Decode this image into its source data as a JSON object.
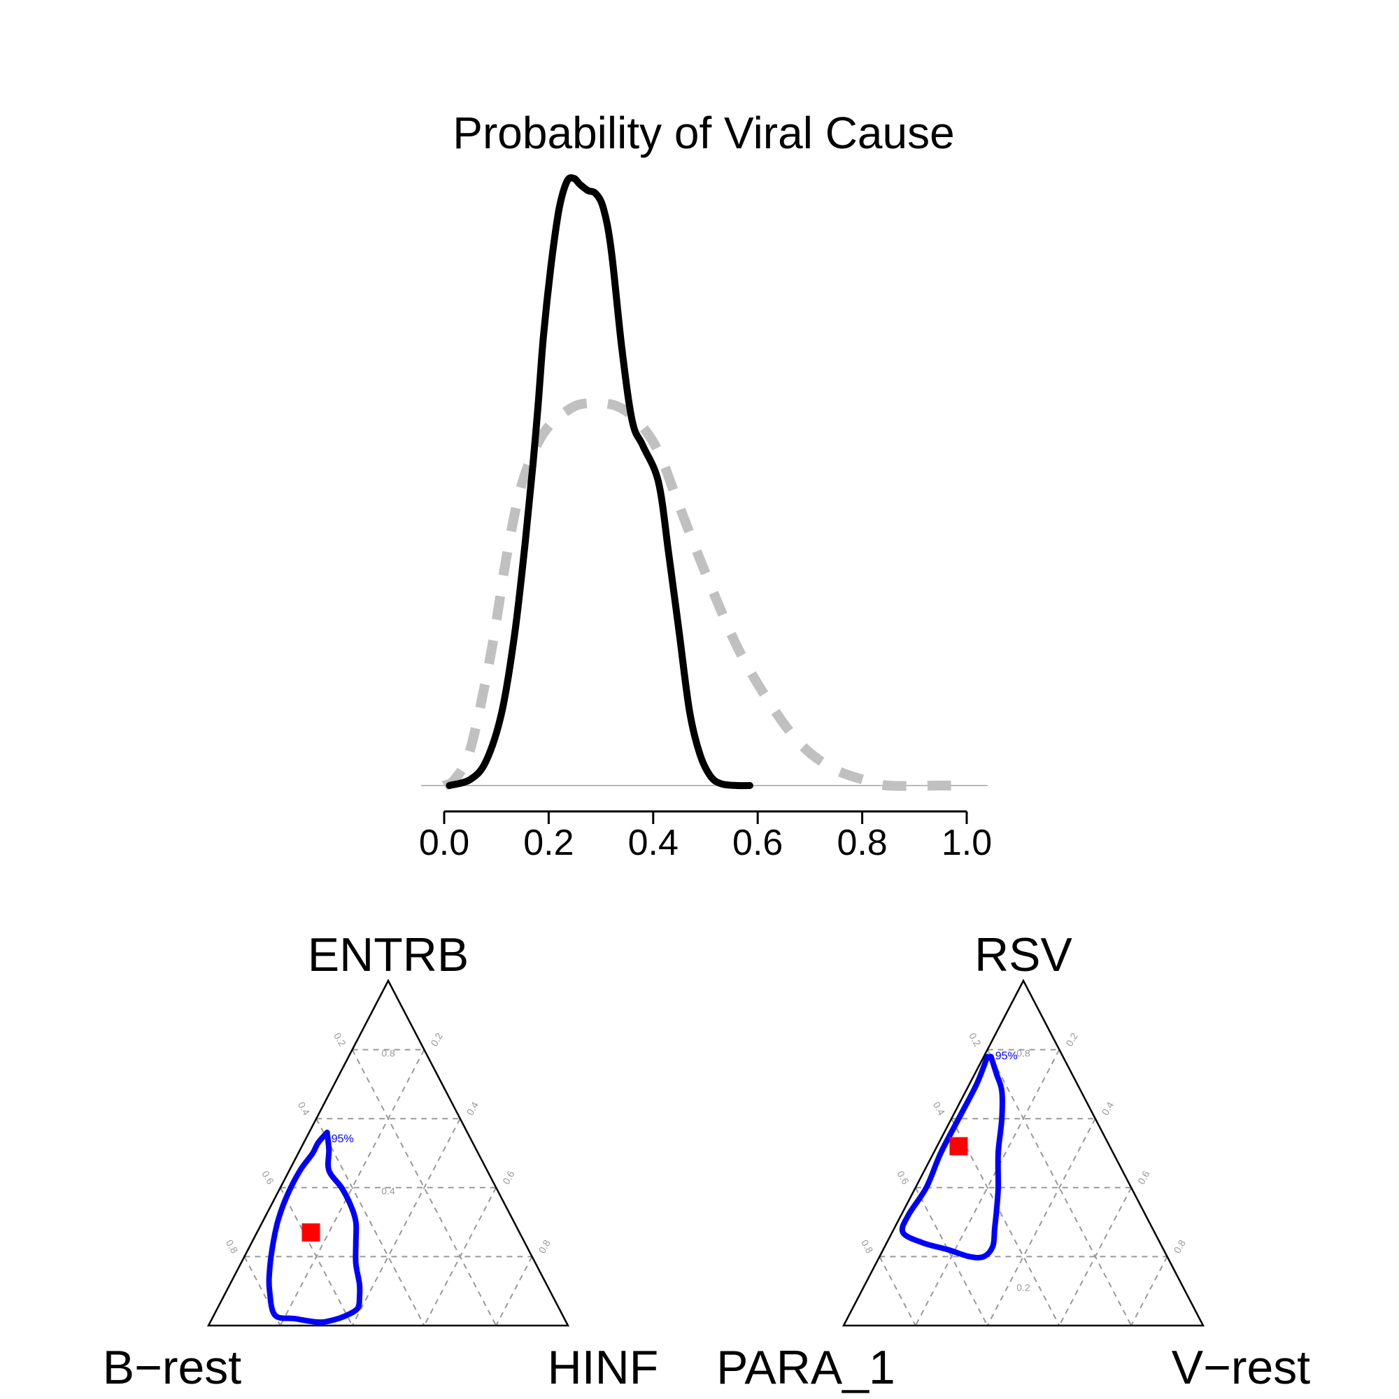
{
  "colors": {
    "posterior": "#000000",
    "prior": "#c0c0c0",
    "contour": "#0000ff",
    "point": "#ff0000",
    "grid": "#999999"
  },
  "chart_data": [
    {
      "type": "line",
      "title": "Probability of Viral Cause",
      "xlabel": "",
      "ylabel": "",
      "xlim": [
        0.0,
        1.0
      ],
      "x_ticks": [
        "0.0",
        "0.2",
        "0.4",
        "0.6",
        "0.8",
        "1.0"
      ],
      "y_axis_shown": false,
      "series": [
        {
          "style": "solid",
          "color": "#000000",
          "points": [
            [
              0.01,
              0.0
            ],
            [
              0.05,
              0.01
            ],
            [
              0.08,
              0.04
            ],
            [
              0.11,
              0.12
            ],
            [
              0.135,
              0.25
            ],
            [
              0.155,
              0.4
            ],
            [
              0.17,
              0.53
            ],
            [
              0.18,
              0.63
            ],
            [
              0.19,
              0.74
            ],
            [
              0.205,
              0.86
            ],
            [
              0.22,
              0.95
            ],
            [
              0.235,
              0.995
            ],
            [
              0.248,
              1.0
            ],
            [
              0.26,
              0.99
            ],
            [
              0.275,
              0.98
            ],
            [
              0.29,
              0.975
            ],
            [
              0.305,
              0.95
            ],
            [
              0.32,
              0.88
            ],
            [
              0.34,
              0.72
            ],
            [
              0.36,
              0.6
            ],
            [
              0.38,
              0.56
            ],
            [
              0.41,
              0.5
            ],
            [
              0.43,
              0.38
            ],
            [
              0.45,
              0.25
            ],
            [
              0.47,
              0.12
            ],
            [
              0.49,
              0.05
            ],
            [
              0.51,
              0.015
            ],
            [
              0.53,
              0.003
            ],
            [
              0.56,
              0.0
            ],
            [
              0.585,
              0.0
            ]
          ]
        },
        {
          "style": "dashed",
          "color": "#c0c0c0",
          "points": [
            [
              0.0,
              0.0
            ],
            [
              0.02,
              0.01
            ],
            [
              0.05,
              0.06
            ],
            [
              0.09,
              0.22
            ],
            [
              0.12,
              0.38
            ],
            [
              0.15,
              0.5
            ],
            [
              0.19,
              0.58
            ],
            [
              0.24,
              0.62
            ],
            [
              0.28,
              0.63
            ],
            [
              0.33,
              0.625
            ],
            [
              0.37,
              0.6
            ],
            [
              0.41,
              0.55
            ],
            [
              0.45,
              0.46
            ],
            [
              0.5,
              0.35
            ],
            [
              0.56,
              0.23
            ],
            [
              0.62,
              0.14
            ],
            [
              0.68,
              0.07
            ],
            [
              0.74,
              0.03
            ],
            [
              0.8,
              0.01
            ],
            [
              0.85,
              0.0
            ],
            [
              0.95,
              0.0
            ],
            [
              0.97,
              0.0
            ]
          ]
        }
      ]
    },
    {
      "type": "ternary",
      "vertex_labels": {
        "top": "ENTRB",
        "left": "B−rest",
        "right": "HINF"
      },
      "grid_labels": {
        "edge": [
          "0.2",
          "0.4",
          "0.6",
          "0.8"
        ],
        "inner": [
          "0.8",
          "0.4"
        ]
      },
      "contour_label": "95%",
      "point": {
        "top": 0.27,
        "left": 0.58,
        "right": 0.15
      },
      "contour_95": [
        [
          0.56,
          0.39,
          0.05
        ],
        [
          0.51,
          0.41,
          0.08
        ],
        [
          0.45,
          0.44,
          0.11
        ],
        [
          0.4,
          0.43,
          0.17
        ],
        [
          0.35,
          0.43,
          0.22
        ],
        [
          0.3,
          0.44,
          0.26
        ],
        [
          0.24,
          0.47,
          0.29
        ],
        [
          0.18,
          0.5,
          0.32
        ],
        [
          0.12,
          0.52,
          0.36
        ],
        [
          0.08,
          0.54,
          0.38
        ],
        [
          0.05,
          0.56,
          0.39
        ],
        [
          0.03,
          0.6,
          0.37
        ],
        [
          0.015,
          0.65,
          0.335
        ],
        [
          0.01,
          0.69,
          0.3
        ],
        [
          0.02,
          0.75,
          0.23
        ],
        [
          0.03,
          0.8,
          0.17
        ],
        [
          0.1,
          0.78,
          0.12
        ],
        [
          0.16,
          0.75,
          0.09
        ],
        [
          0.24,
          0.7,
          0.06
        ],
        [
          0.31,
          0.65,
          0.04
        ],
        [
          0.38,
          0.59,
          0.03
        ],
        [
          0.45,
          0.52,
          0.03
        ],
        [
          0.5,
          0.46,
          0.04
        ],
        [
          0.53,
          0.43,
          0.04
        ],
        [
          0.56,
          0.39,
          0.05
        ]
      ]
    },
    {
      "type": "ternary",
      "vertex_labels": {
        "top": "RSV",
        "left": "PARA_1",
        "right": "V−rest"
      },
      "grid_labels": {
        "edge": [
          "0.2",
          "0.4",
          "0.6",
          "0.8"
        ],
        "inner": [
          "0.8",
          "0.2"
        ]
      },
      "contour_label": "95%",
      "point": {
        "top": 0.52,
        "left": 0.42,
        "right": 0.06
      },
      "contour_95": [
        [
          0.78,
          0.21,
          0.01
        ],
        [
          0.7,
          0.28,
          0.02
        ],
        [
          0.6,
          0.38,
          0.02
        ],
        [
          0.5,
          0.48,
          0.02
        ],
        [
          0.4,
          0.57,
          0.03
        ],
        [
          0.32,
          0.66,
          0.02
        ],
        [
          0.27,
          0.7,
          0.03
        ],
        [
          0.24,
          0.66,
          0.1
        ],
        [
          0.22,
          0.6,
          0.18
        ],
        [
          0.2,
          0.55,
          0.25
        ],
        [
          0.2,
          0.51,
          0.29
        ],
        [
          0.23,
          0.47,
          0.3
        ],
        [
          0.28,
          0.44,
          0.28
        ],
        [
          0.33,
          0.41,
          0.26
        ],
        [
          0.4,
          0.37,
          0.23
        ],
        [
          0.5,
          0.32,
          0.18
        ],
        [
          0.6,
          0.26,
          0.14
        ],
        [
          0.68,
          0.22,
          0.1
        ],
        [
          0.73,
          0.21,
          0.06
        ],
        [
          0.78,
          0.2,
          0.02
        ]
      ]
    }
  ]
}
